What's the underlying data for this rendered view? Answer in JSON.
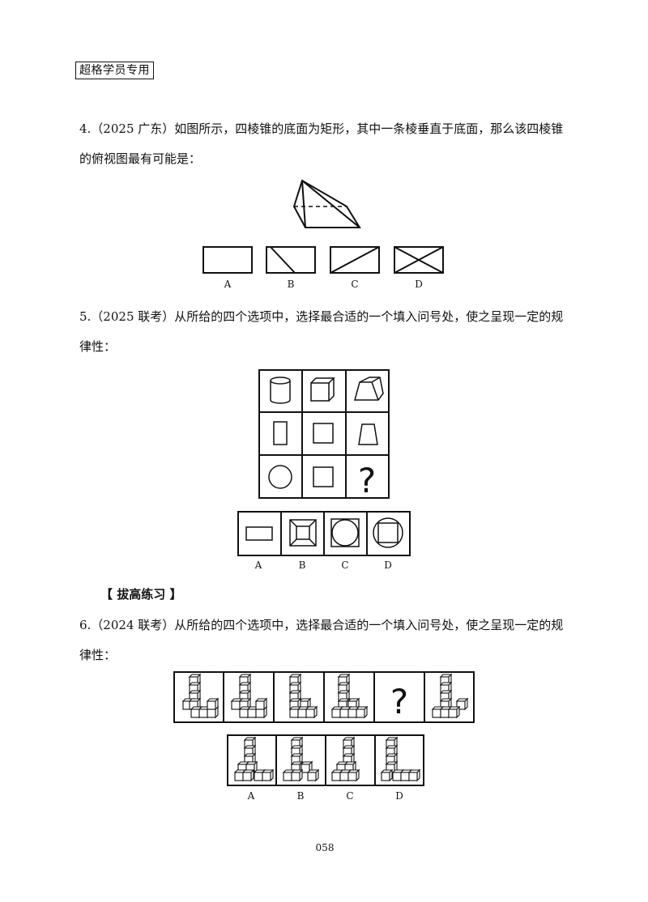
{
  "header": {
    "tag": "超格学员专用"
  },
  "questions": [
    {
      "line1": "4.（2025 广东）如图所示，四棱锥的底面为矩形，其中一条棱垂直于底面，那么该四棱锥",
      "line2": "的俯视图最有可能是：",
      "options": [
        "A",
        "B",
        "C",
        "D"
      ]
    },
    {
      "line1": "5.（2025 联考）从所给的四个选项中，选择最合适的一个填入问号处，使之呈现一定的规",
      "line2": "律性：",
      "question_mark": "?",
      "options": [
        "A",
        "B",
        "C",
        "D"
      ]
    },
    {
      "line1": "6.（2024 联考）从所给的四个选项中，选择最合适的一个填入问号处，使之呈现一定的规",
      "line2": "律性：",
      "question_mark": "?",
      "options": [
        "A",
        "B",
        "C",
        "D"
      ]
    }
  ],
  "section_title": "【 拔高练习 】",
  "page_number": "058"
}
